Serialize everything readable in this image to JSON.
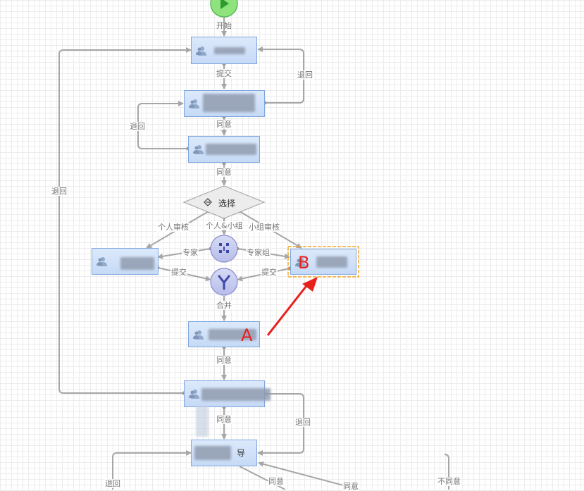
{
  "nodes": {
    "start": "开始",
    "choice": "选择",
    "node_bottom": "导"
  },
  "edges": {
    "submit1": "提交",
    "return1": "退回",
    "agree1": "同意",
    "return2": "退回",
    "agree2": "同意",
    "return_left": "退回",
    "personal_review": "个人审核",
    "personal_group": "个人&小组",
    "group_review": "小组审核",
    "expert": "专家",
    "expert_group": "专家组",
    "submit2": "提交",
    "submit3": "提交",
    "merge": "合并",
    "agree3": "同意",
    "return3": "退回",
    "agree4": "同意",
    "return4": "退回",
    "agree5": "同意",
    "agree6": "同意",
    "disagree": "不同意"
  },
  "annotations": {
    "marker_a": "A",
    "marker_b": "B"
  },
  "colors": {
    "node_fill": "#c6daf6",
    "node_border": "#7ea6e0",
    "connector": "#a6a6a6",
    "annotation": "#e8201c",
    "selection": "#f5a623",
    "start": "#8ee37d",
    "gateway": "#6b73c6"
  }
}
